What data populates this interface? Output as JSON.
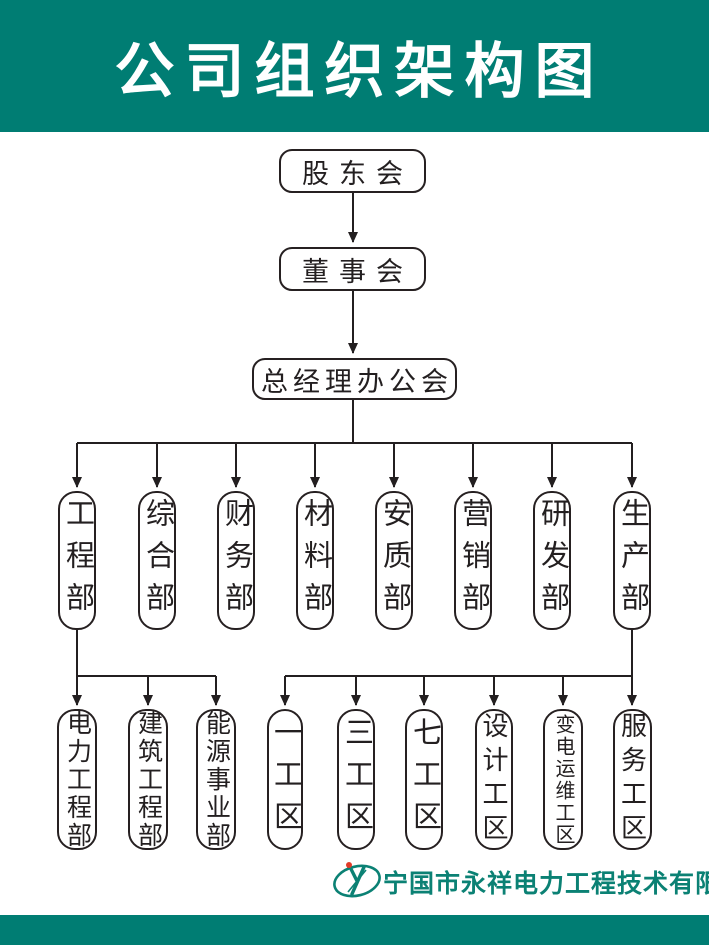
{
  "header": {
    "title": "公司组织架构图"
  },
  "org": {
    "top_nodes": [
      "股东会",
      "董事会",
      "总经理办公会"
    ],
    "departments": [
      "工程部",
      "综合部",
      "财务部",
      "材料部",
      "安质部",
      "营销部",
      "研发部",
      "生产部"
    ],
    "engineering_sub": [
      "电力工程部",
      "建筑工程部",
      "能源事业部"
    ],
    "production_sub": [
      "一工区",
      "三工区",
      "七工区",
      "设计工区",
      "变电运维工区",
      "服务工区"
    ]
  },
  "footer": {
    "company_name": "宁国市永祥电力工程技术有限公司",
    "logo_icon": "yongxiang-oval-y-logo"
  },
  "colors": {
    "banner_teal": "#007d73",
    "line_black": "#231f20",
    "company_green": "#0b8174",
    "logo_red": "#e23a28"
  }
}
